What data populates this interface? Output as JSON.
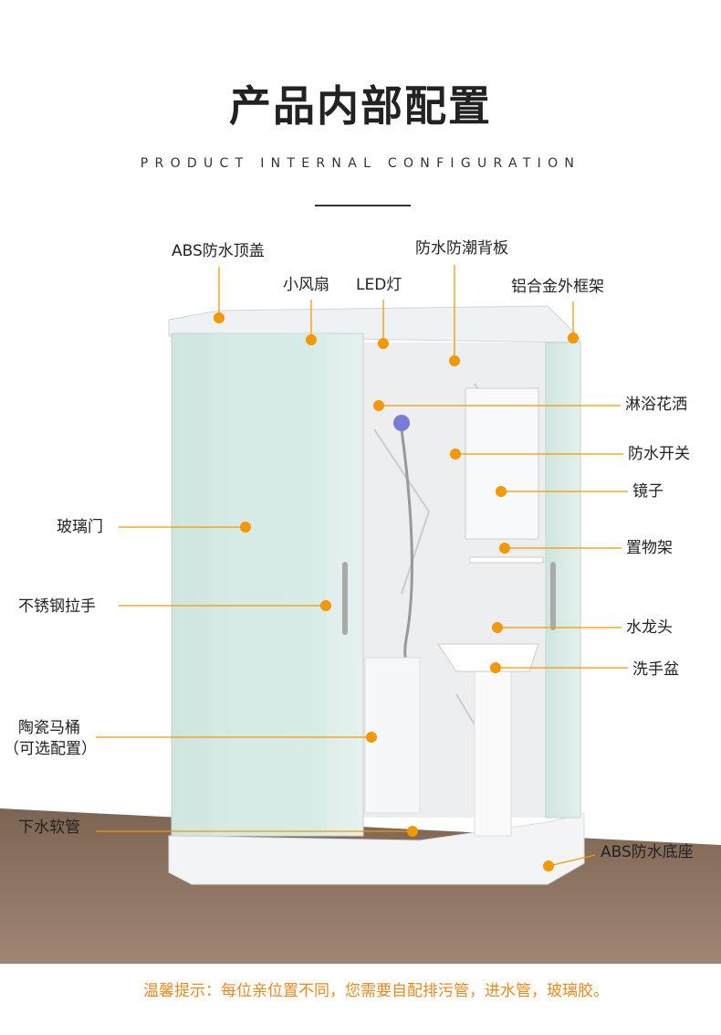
{
  "header": {
    "title": "产品内部配置",
    "subtitle": "PRODUCT INTERNAL CONFIGURATION"
  },
  "labels": {
    "top_cover": "ABS防水顶盖",
    "fan": "小风扇",
    "led": "LED灯",
    "back_panel": "防水防潮背板",
    "frame": "铝合金外框架",
    "shower": "淋浴花洒",
    "switch": "防水开关",
    "mirror": "镜子",
    "shelf": "置物架",
    "faucet": "水龙头",
    "basin": "洗手盆",
    "glass_door": "玻璃门",
    "handle": "不锈钢拉手",
    "toilet": "陶瓷马桶",
    "toilet_note": "（可选配置）",
    "drain_hose": "下水软管",
    "base": "ABS防水底座"
  },
  "footer_note": "温馨提示：每位亲位置不同，您需要自配排污管，进水管，玻璃胶。",
  "colors": {
    "accent": "#f39800",
    "floor": "#8b7360"
  }
}
